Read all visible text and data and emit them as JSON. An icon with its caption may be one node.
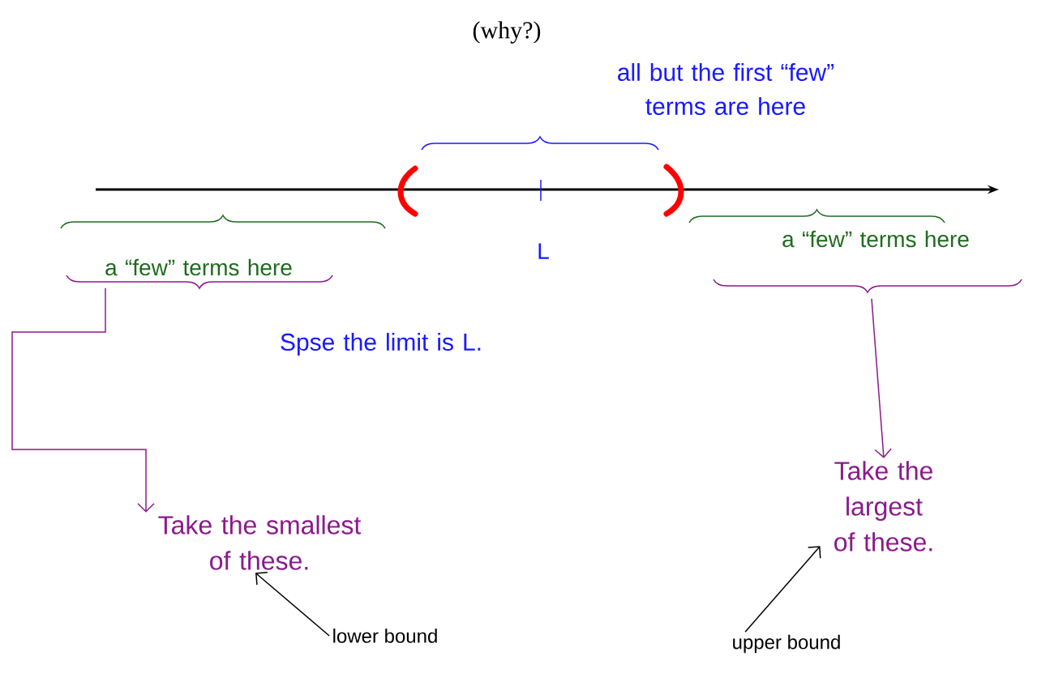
{
  "diagram": {
    "title": "(why?)",
    "nodes": [
      {
        "text": [
          "all but the first “few” terms are here"
        ]
      },
      {
        "text": [
          "a “few” terms here"
        ]
      },
      {
        "text": [
          "L"
        ]
      },
      {
        "text": [
          "a “few” terms here"
        ]
      },
      {
        "text": [
          "Spse the limit is L."
        ]
      },
      {
        "text": [
          "Take the smallest of these."
        ]
      },
      {
        "text": [
          "Take the largest of these."
        ]
      },
      {
        "text": [
          "lower bound"
        ]
      },
      {
        "text": [
          "upper bound"
        ]
      }
    ],
    "edges": [
      {
        "from": 1,
        "to": 5,
        "arrow": "to",
        "color": "#8b1a8b"
      },
      {
        "from": 3,
        "to": 6,
        "arrow": "to",
        "color": "#8b1a8b"
      },
      {
        "from": 7,
        "to": 5,
        "arrow": "to",
        "color": "#000000"
      },
      {
        "from": 8,
        "to": 6,
        "arrow": "to",
        "color": "#000000"
      }
    ]
  }
}
